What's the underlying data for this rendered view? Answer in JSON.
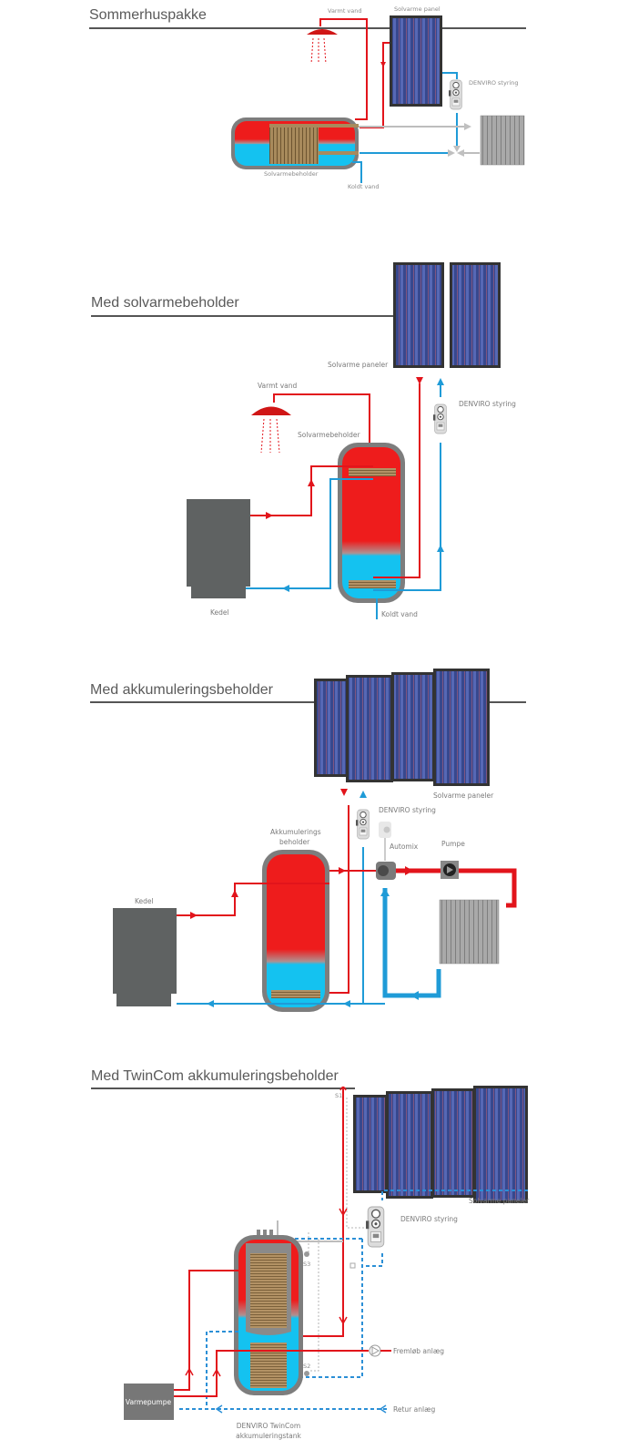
{
  "sections": [
    {
      "title": "Sommerhuspakke",
      "labels": {
        "hot_water": "Varmt vand",
        "solar_panel": "Solvarme panel",
        "controller": "DENVIRO styring",
        "tank": "Solvarmebeholder",
        "cold_water": "Koldt vand"
      }
    },
    {
      "title": "Med solvarmebeholder",
      "labels": {
        "solar_panels": "Solvarme paneler",
        "hot_water": "Varmt vand",
        "controller": "DENVIRO styring",
        "tank": "Solvarmebeholder",
        "boiler": "Kedel",
        "cold_water": "Koldt vand"
      }
    },
    {
      "title": "Med akkumuleringsbeholder",
      "labels": {
        "solar_panels": "Solvarme paneler",
        "controller": "DENVIRO styring",
        "tank_line1": "Akkumulerings",
        "tank_line2": "beholder",
        "automix": "Automix",
        "pump": "Pumpe",
        "boiler": "Kedel"
      }
    },
    {
      "title": "Med TwinCom akkumuleringsbeholder",
      "labels": {
        "s1": "S1",
        "s2": "S2",
        "s3": "S3",
        "solar_panels": "Solvarme paneler",
        "controller": "DENVIRO styring",
        "flow": "Fremløb anlæg",
        "return": "Retur anlæg",
        "heat_pump": "Varmepumpe",
        "tank_line1": "DENVIRO TwinCom",
        "tank_line2": "akkumuleringstank"
      }
    }
  ],
  "colors": {
    "hot": "#e2141b",
    "cold": "#1f9bd7",
    "tank_hot": "#ee1c1c",
    "tank_cold": "#14c2f0",
    "tank_shell": "#7d7d7d",
    "boiler": "#5f6262",
    "panel": "#3a4a8a",
    "coil": "#a0855a"
  }
}
